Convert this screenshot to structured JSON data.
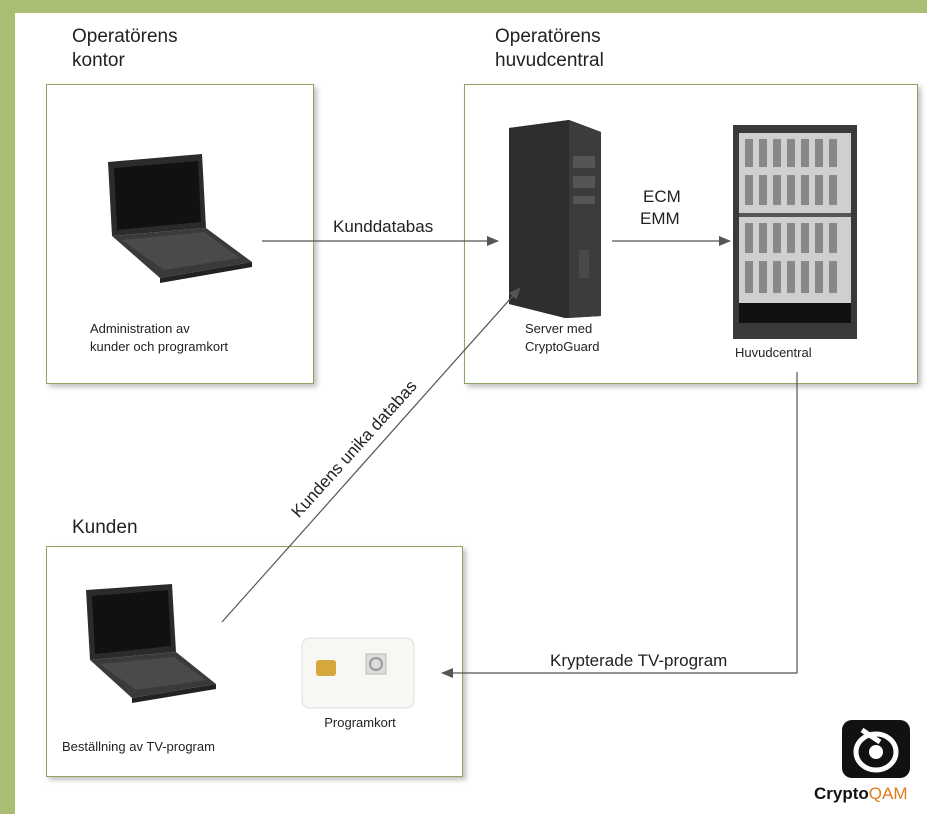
{
  "sections": {
    "office": "Operatörens kontor",
    "office_line1": "Operatörens",
    "office_line2": "kontor",
    "headend_line1": "Operatörens",
    "headend_line2": "huvudcentral",
    "customer": "Kunden"
  },
  "captions": {
    "admin_line1": "Administration av",
    "admin_line2": "kunder och programkort",
    "server_line1": "Server med",
    "server_line2": "CryptoGuard",
    "headend": "Huvudcentral",
    "order": "Beställning av TV-program",
    "smartcard": "Programkort"
  },
  "arrows": {
    "customer_db": "Kunddatabas",
    "ecm": "ECM",
    "emm": "EMM",
    "unique_db": "Kundens unika databas",
    "encrypted": "Krypterade TV-program"
  },
  "logo": {
    "part1": "Crypto",
    "part2": "QAM"
  },
  "colors": {
    "frame": "#a9bd73",
    "box_border": "#8da463",
    "accent": "#e07b1a"
  },
  "icons": [
    "laptop-icon",
    "server-icon",
    "rack-icon",
    "smartcard-icon",
    "cryptoqam-logo-icon"
  ]
}
